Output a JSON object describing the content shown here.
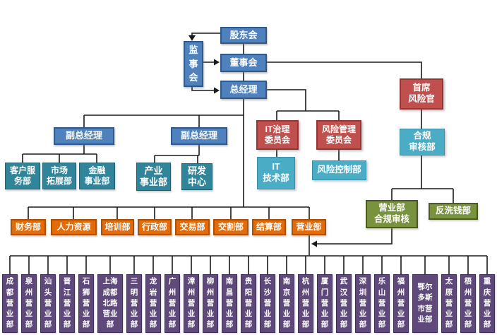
{
  "palette": {
    "blue_fill": "#4f81bd",
    "blue_border": "#2f5a8b",
    "teal_fill": "#31859b",
    "teal_border": "#20606f",
    "red_fill": "#c0504d",
    "red_border": "#963634",
    "cyan_fill": "#4bacc6",
    "cyan_border": "#3690a8",
    "olive_fill": "#78923d",
    "olive_border": "#4c5a22",
    "orange_fill": "#e36c0a",
    "orange_border": "#a85107",
    "purple_fill": "#5f497a",
    "purple_border": "#403158",
    "connector_line": "#1a1a1a",
    "background": "#ffffff"
  },
  "top": {
    "shareholders": "股东会",
    "supervisory": "监事会",
    "board": "董事会",
    "gm": "总经理",
    "deputy_gm_1": "副总经理",
    "deputy_gm_2": "副总经理"
  },
  "depts_teal": {
    "customer_service": "客户服\n务部",
    "market_expansion": "市场\n拓展部",
    "finance_business": "金融\n事业部",
    "industry_business": "产业\n事业部",
    "rd_center": "研发\n中心"
  },
  "risk": {
    "it_governance": "IT治理\n委员会",
    "risk_mgmt": "风险管理\n委员会",
    "it_tech": "IT\n技术部",
    "risk_control": "风险控制部",
    "cro": "首席\n风险官",
    "compliance_audit": "合规\n审核部",
    "sales_compliance": "营业部\n合规审核",
    "aml": "反洗钱部"
  },
  "depts_orange": [
    "财务部",
    "人力资源",
    "培训部",
    "行政部",
    "交易部",
    "交割部",
    "结算部",
    "营业部"
  ],
  "branches": [
    "成都营业部",
    "泉州营业部",
    "汕头营业部",
    "晋江营业部",
    "石狮营业部",
    "上海成都北路营业部",
    "三明营业部",
    "龙岩营业部",
    "广州营业部",
    "漳州营业部",
    "柳州营业部",
    "南昌营业部",
    "贵阳营业部",
    "长沙营业部",
    "南京营业部",
    "杭州营业部",
    "厦门营业部",
    "武汉营业部",
    "深圳营业部",
    "乐山营业部",
    "福州营业部",
    "鄂尔多斯市营业部",
    "太原营业部",
    "梧州营业部",
    "重庆营业部"
  ]
}
